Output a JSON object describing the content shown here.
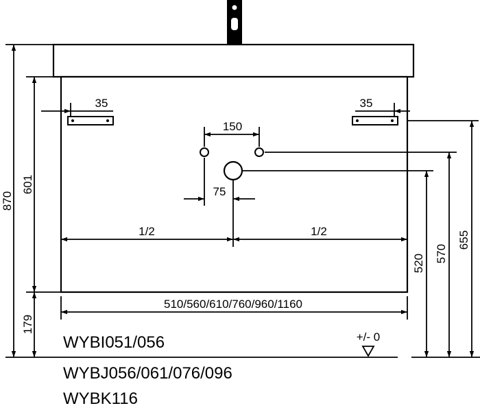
{
  "drawing": {
    "dimensions": {
      "total_height": "870",
      "cabinet_height": "601",
      "floor_gap": "179",
      "bracket_left": "35",
      "bracket_right": "35",
      "fixing_spacing": "150",
      "drain_offset": "75",
      "half_left": "1/2",
      "half_right": "1/2",
      "widths": "510/560/610/760/960/1160",
      "drain_height": "520",
      "fixing_height": "570",
      "bracket_height": "655",
      "floor_tolerance": "+/- 0"
    },
    "models": [
      "WYBI051/056",
      "WYBJ056/061/076/096",
      "WYBK116"
    ]
  }
}
